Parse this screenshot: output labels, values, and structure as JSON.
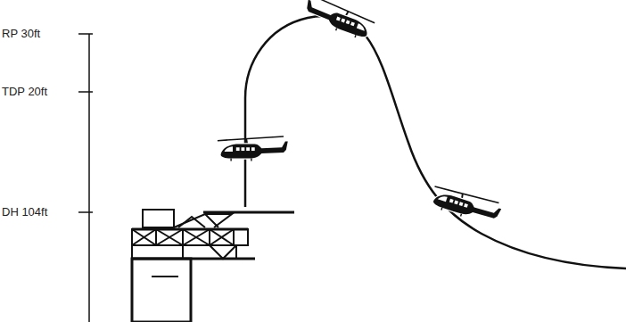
{
  "diagram": {
    "labels": [
      "RP 30ft",
      "TDP 20ft",
      "DH 104ft"
    ]
  }
}
